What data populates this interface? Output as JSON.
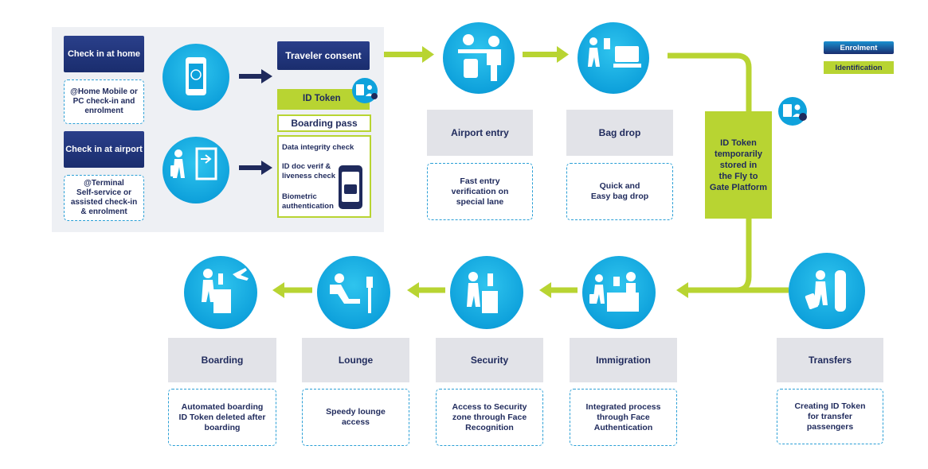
{
  "legend": {
    "enrolment": "Enrolment",
    "identification": "Identification"
  },
  "checkin": {
    "home_label": "Check in at home",
    "home_desc": [
      "@Home Mobile or",
      "PC check-in and",
      "enrolment"
    ],
    "airport_label": "Check in at airport",
    "airport_desc": [
      "@Terminal",
      "Self-service or",
      "assisted check-in",
      "& enrolment"
    ]
  },
  "consent": {
    "label": "Traveler consent"
  },
  "id_token": {
    "label": "ID Token"
  },
  "boarding_pass": {
    "label": "Boarding pass"
  },
  "checks": [
    "Data integrity check",
    "ID doc verif &",
    "liveness check",
    "Biometric",
    "authentication"
  ],
  "central": {
    "lines": [
      "ID Token",
      "temporarily",
      "stored in",
      "the Fly to",
      "Gate Platform"
    ]
  },
  "steps_top": [
    {
      "title": "Airport entry",
      "desc": [
        "Fast entry",
        "verification on",
        "special lane"
      ]
    },
    {
      "title": "Bag drop",
      "desc": [
        "Quick and",
        "Easy bag drop"
      ]
    }
  ],
  "steps_bottom": [
    {
      "title": "Boarding",
      "desc": [
        "Automated boarding",
        "ID Token deleted after",
        "boarding"
      ]
    },
    {
      "title": "Lounge",
      "desc": [
        "Speedy lounge",
        "access"
      ]
    },
    {
      "title": "Security",
      "desc": [
        "Access to Security",
        "zone through Face",
        "Recognition"
      ]
    },
    {
      "title": "Immigration",
      "desc": [
        "Integrated process",
        "through Face",
        "Authentication"
      ]
    },
    {
      "title": "Transfers",
      "desc": [
        "Creating ID Token",
        "for transfer",
        "passengers"
      ]
    }
  ],
  "colors": {
    "navy": "#1f2a5c",
    "green": "#b8d432",
    "cyan": "#0fa2dc"
  }
}
